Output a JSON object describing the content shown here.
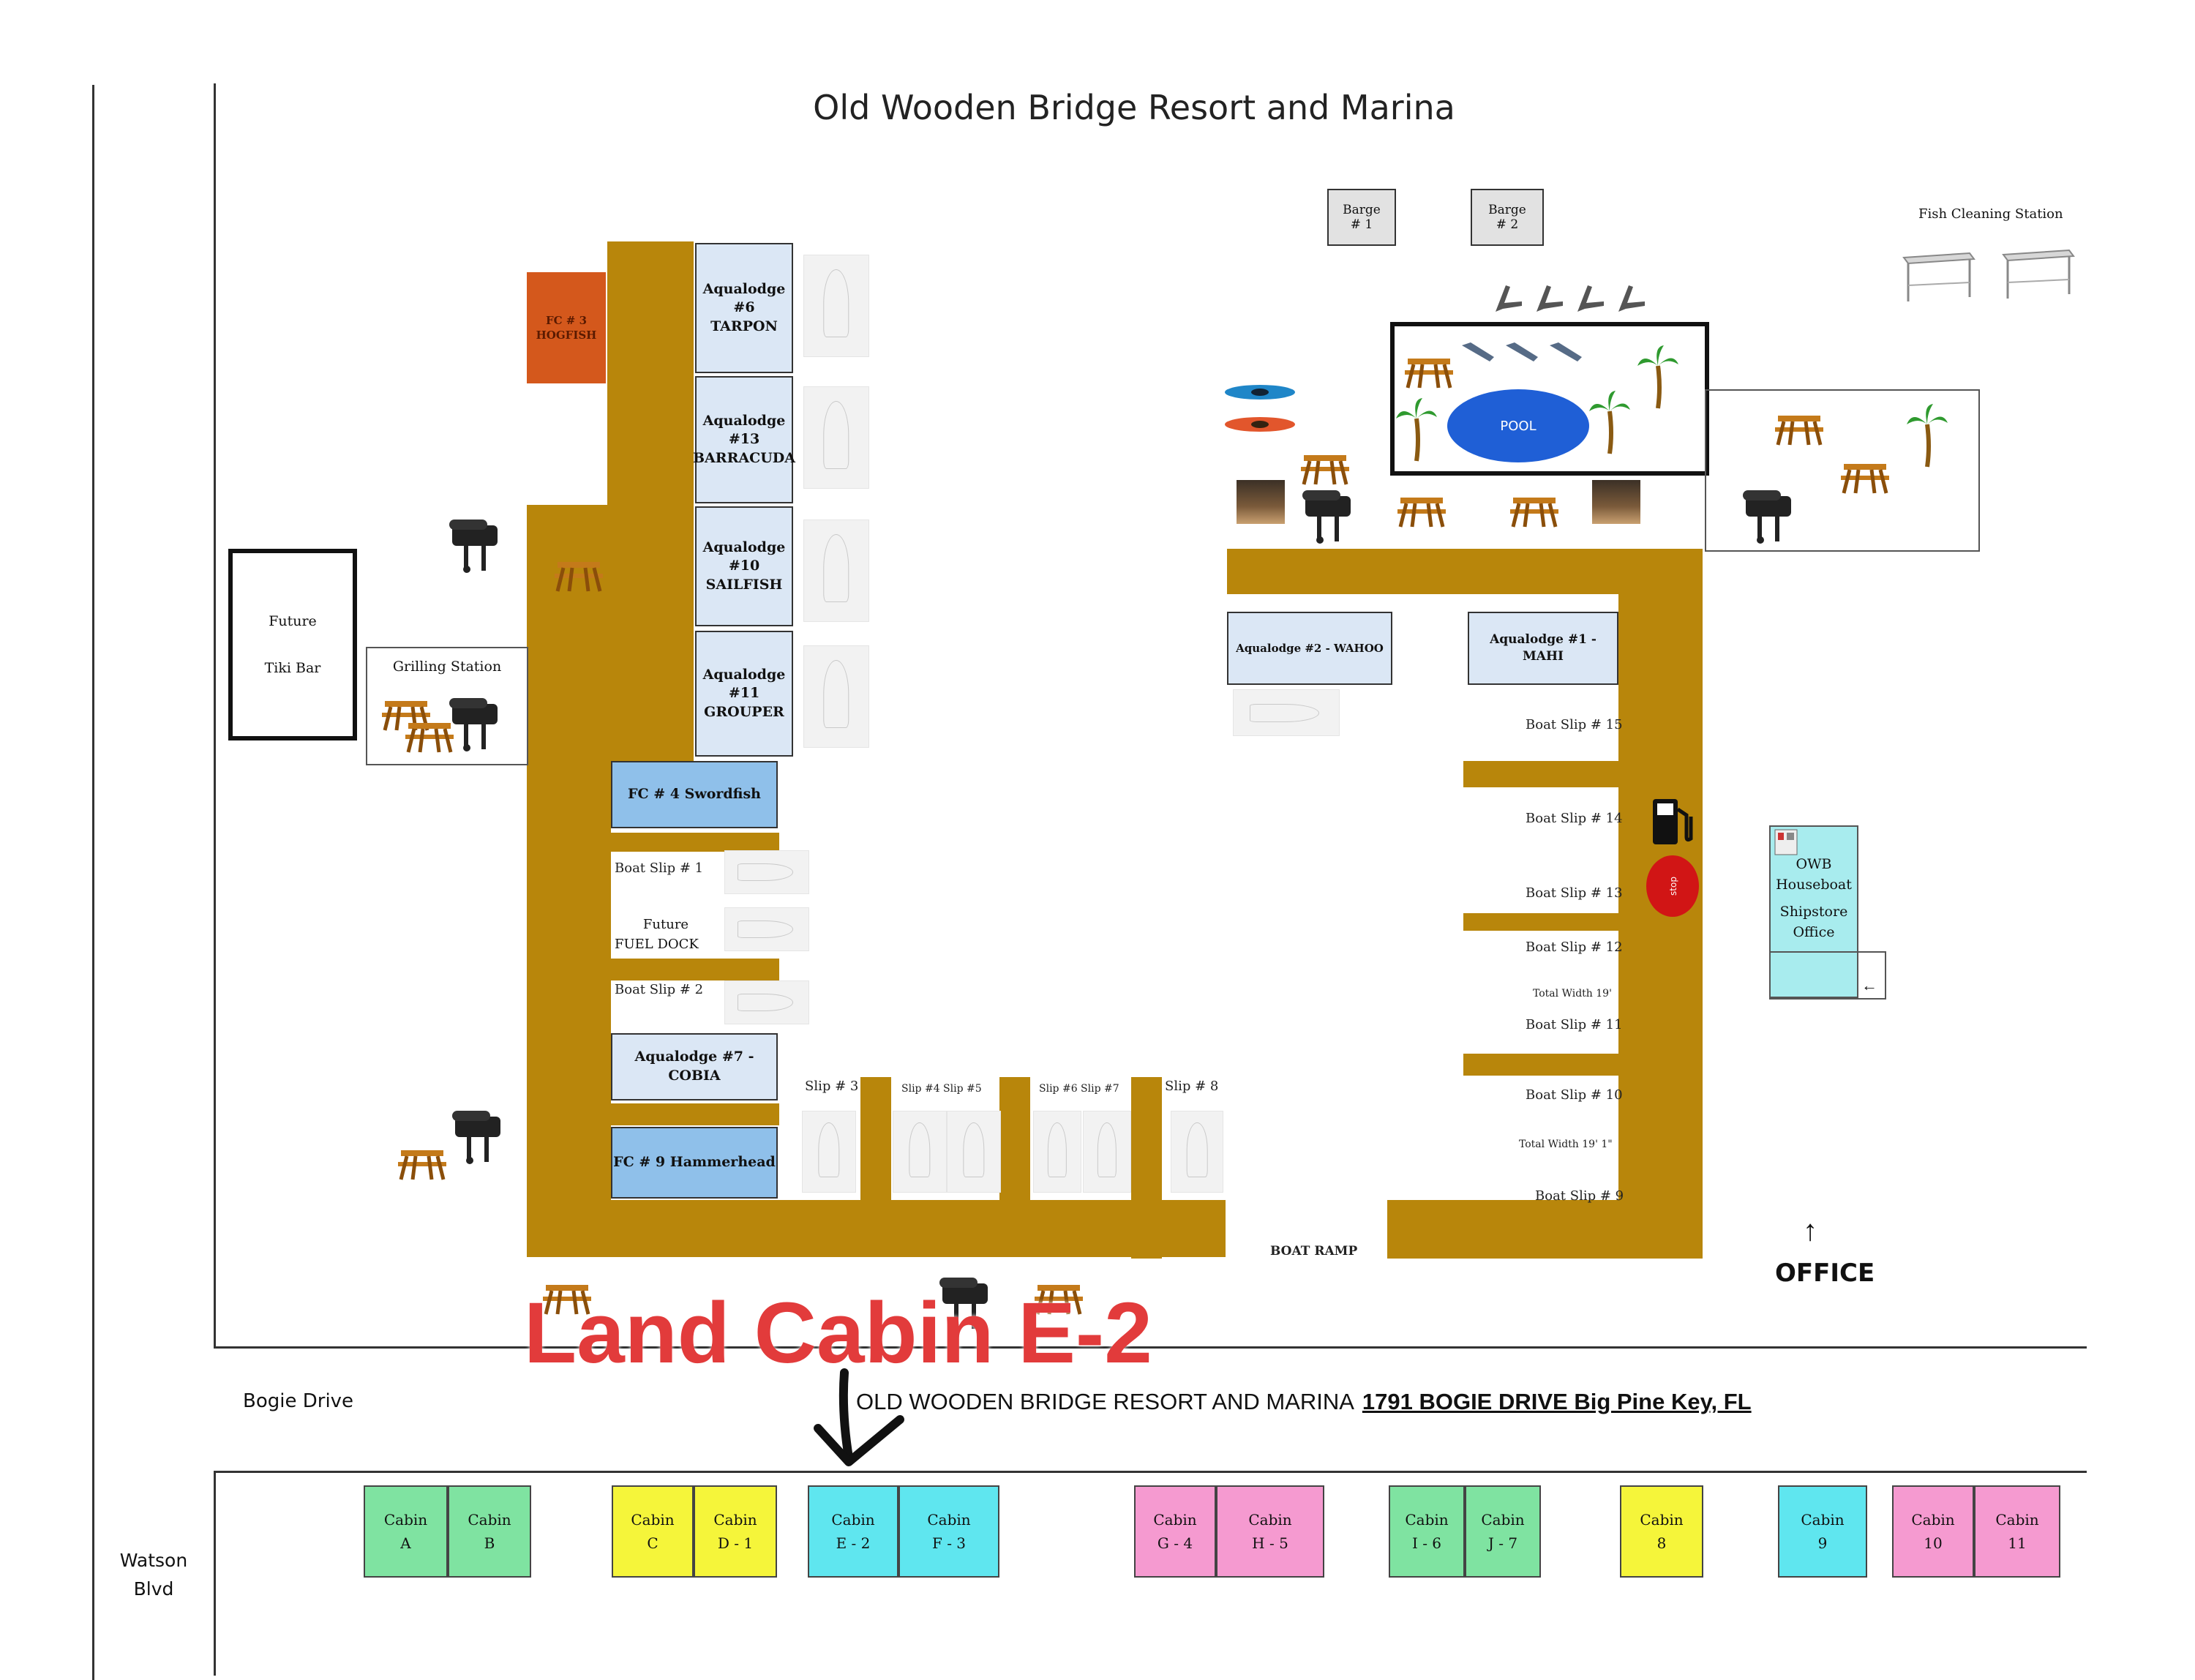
{
  "title": "Old Wooden Bridge Resort and Marina",
  "callout": "Land Cabin E-2",
  "address": {
    "name": "OLD WOODEN BRIDGE RESORT AND MARINA",
    "street": "1791 BOGIE DRIVE Big Pine Key, FL"
  },
  "roads": {
    "bogie": "Bogie Drive",
    "watson": [
      "Watson",
      "Blvd"
    ]
  },
  "barges": [
    [
      "Barge",
      "# 1"
    ],
    [
      "Barge",
      "# 2"
    ]
  ],
  "fish_cleaning": "Fish Cleaning Station",
  "pool": "POOL",
  "future_tiki": [
    "Future",
    "Tiki Bar"
  ],
  "grilling_station": "Grilling Station",
  "fc3": [
    "FC # 3",
    "HOGFISH"
  ],
  "aqualodges_left": [
    [
      "Aqualodge",
      "#6",
      "TARPON"
    ],
    [
      "Aqualodge",
      "#13",
      "BARRACUDA"
    ],
    [
      "Aqualodge",
      "#10",
      "SAILFISH"
    ],
    [
      "Aqualodge",
      "#11",
      "GROUPER"
    ]
  ],
  "fc4": "FC # 4 Swordfish",
  "fc9": "FC # 9 Hammerhead",
  "aqualodge7": "Aqualodge #7 - COBIA",
  "aqualodge2": "Aqualodge #2 - WAHOO",
  "aqualodge1": "Aqualodge #1 - MAHI",
  "west_slips": {
    "slip1": "Boat Slip # 1",
    "future": [
      "Future",
      "FUEL DOCK"
    ],
    "slip2": "Boat Slip # 2"
  },
  "bottom_slips": [
    "Slip # 3",
    "Slip #4 Slip #5",
    "Slip #6 Slip #7",
    "Slip # 8"
  ],
  "east_slips": [
    "Boat Slip # 15",
    "Boat Slip # 14",
    "Boat Slip # 13",
    "Boat Slip # 12",
    "Total Width 19'",
    "Boat Slip # 11",
    "Boat Slip # 10",
    "Total Width 19' 1\"",
    "Boat Slip # 9"
  ],
  "boat_ramp": "BOAT RAMP",
  "office_label": "OFFICE",
  "office_arrow": "↑",
  "shipstore": [
    "OWB",
    "Houseboat",
    "Shipstore",
    "Office"
  ],
  "shipstore_arrow": "←",
  "cabins": [
    {
      "l1": "Cabin",
      "l2": "A",
      "color": "#7fe3a1"
    },
    {
      "l1": "Cabin",
      "l2": "B",
      "color": "#7fe3a1"
    },
    {
      "l1": "Cabin",
      "l2": "C",
      "color": "#f5f53a"
    },
    {
      "l1": "Cabin",
      "l2": "D - 1",
      "color": "#f5f53a"
    },
    {
      "l1": "Cabin",
      "l2": "E - 2",
      "color": "#5fe6ef"
    },
    {
      "l1": "Cabin",
      "l2": "F - 3",
      "color": "#5fe6ef"
    },
    {
      "l1": "Cabin",
      "l2": "G - 4",
      "color": "#f59ad0"
    },
    {
      "l1": "Cabin",
      "l2": "H - 5",
      "color": "#f59ad0"
    },
    {
      "l1": "Cabin",
      "l2": "I - 6",
      "color": "#7fe3a1"
    },
    {
      "l1": "Cabin",
      "l2": "J - 7",
      "color": "#7fe3a1"
    },
    {
      "l1": "Cabin",
      "l2": "8",
      "color": "#f5f53a"
    },
    {
      "l1": "Cabin",
      "l2": "9",
      "color": "#5fe6ef"
    },
    {
      "l1": "Cabin",
      "l2": "10",
      "color": "#f59ad0"
    },
    {
      "l1": "Cabin",
      "l2": "11",
      "color": "#f59ad0"
    }
  ],
  "colors": {
    "dock": "#b8860b",
    "lodge": "#dbe7f5",
    "fc": "#8fc0ea",
    "fc3": "#d4581c",
    "callout": "#e23b3b",
    "shipstore": "#a8ecee",
    "pool": "#1f5fd6"
  },
  "icons": [
    "grill-icon",
    "picnic-table-icon",
    "palm-tree-icon",
    "kayak-icon",
    "lounge-chair-icon",
    "fire-pit-icon",
    "fuel-pump-icon",
    "fish-cleaning-table-icon",
    "boat-icon"
  ]
}
